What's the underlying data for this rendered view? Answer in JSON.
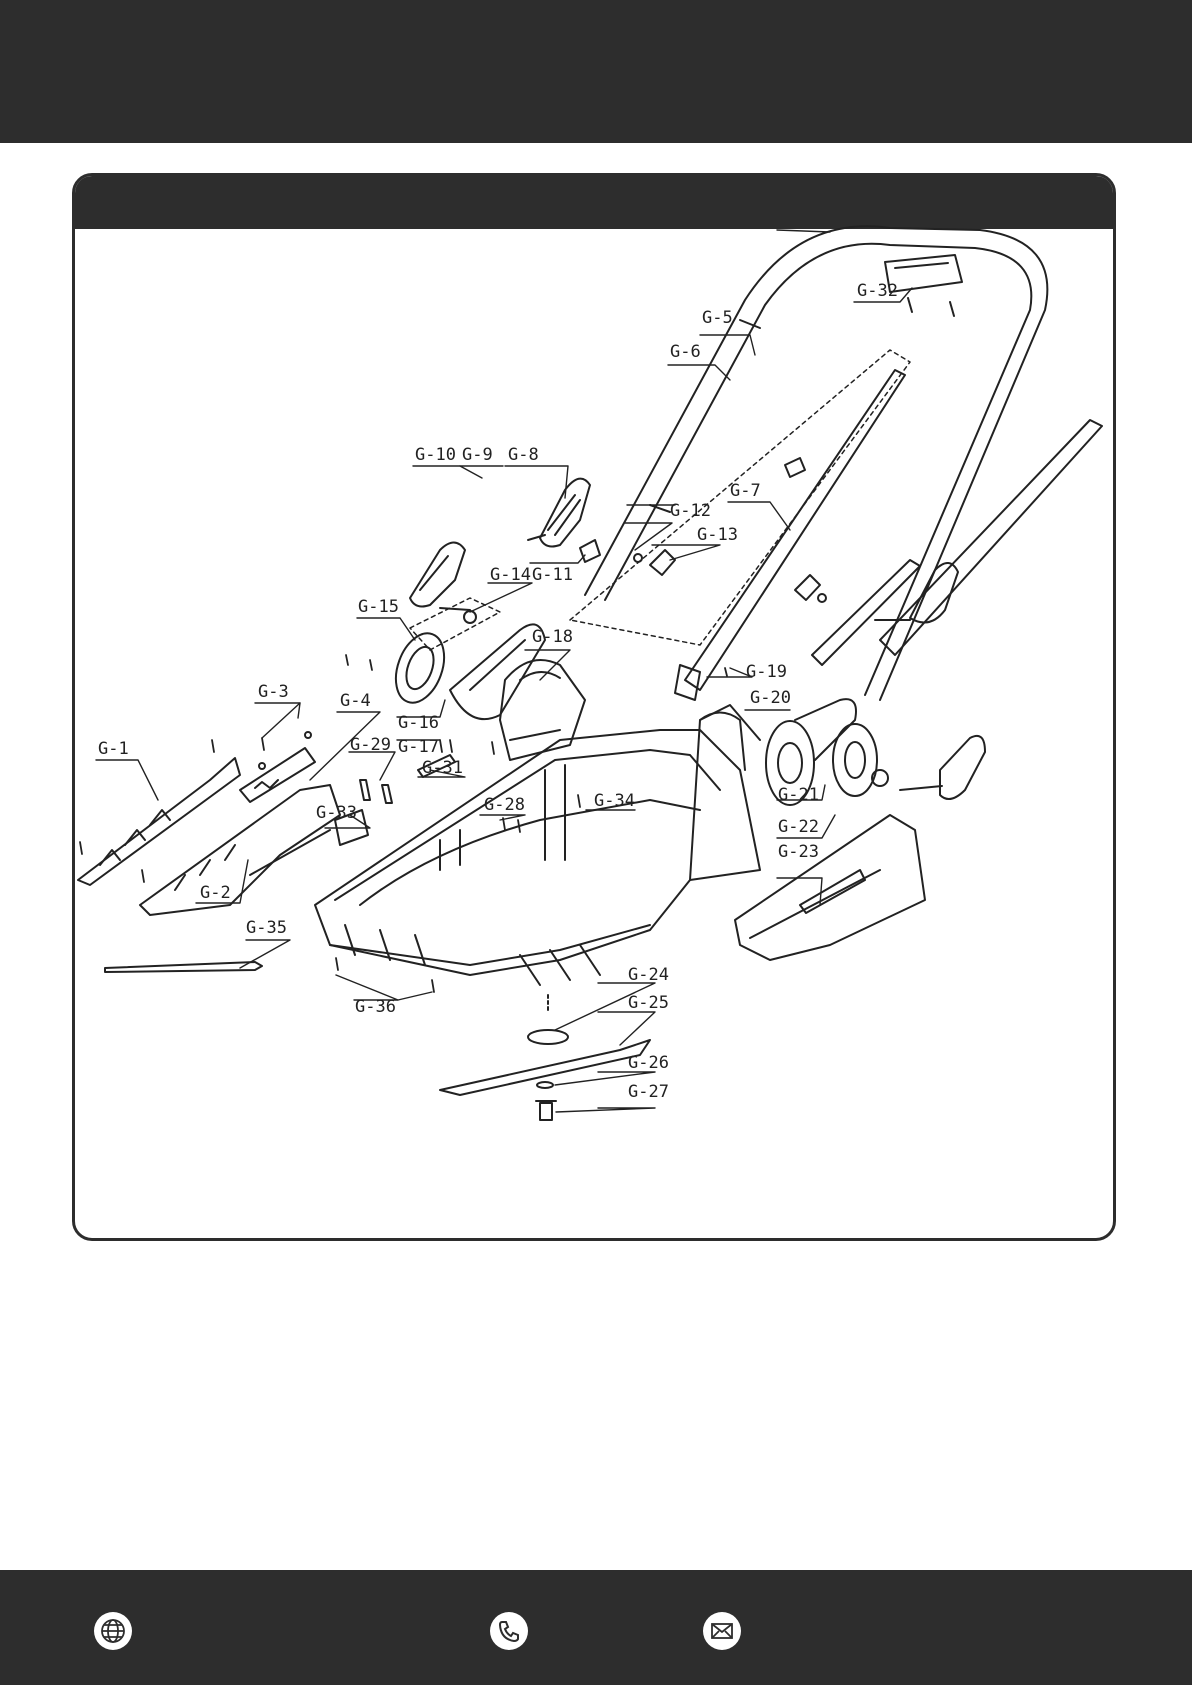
{
  "header": {
    "background": "#2d2d2d"
  },
  "section": {
    "background": "#2d2d2d"
  },
  "diagram": {
    "labels": {
      "G1": "G-1",
      "G2": "G-2",
      "G3": "G-3",
      "G4": "G-4",
      "G5": "G-5",
      "G6": "G-6",
      "G7": "G-7",
      "G8": "G-8",
      "G9": "G-9",
      "G10": "G-10",
      "G11": "G-11",
      "G12": "G-12",
      "G13": "G-13",
      "G14": "G-14",
      "G15": "G-15",
      "G16": "G-16",
      "G17": "G-17",
      "G18": "G-18",
      "G19": "G-19",
      "G20": "G-20",
      "G21": "G-21",
      "G22": "G-22",
      "G23": "G-23",
      "G24": "G-24",
      "G25": "G-25",
      "G26": "G-26",
      "G27": "G-27",
      "G28": "G-28",
      "G29": "G-29",
      "G31": "G-31",
      "G32": "G-32",
      "G33": "G-33",
      "G34": "G-34",
      "G35": "G-35",
      "G36": "G-36"
    }
  },
  "footer": {
    "background": "#2d2d2d",
    "icons": [
      "globe-icon",
      "phone-icon",
      "mail-icon"
    ]
  }
}
